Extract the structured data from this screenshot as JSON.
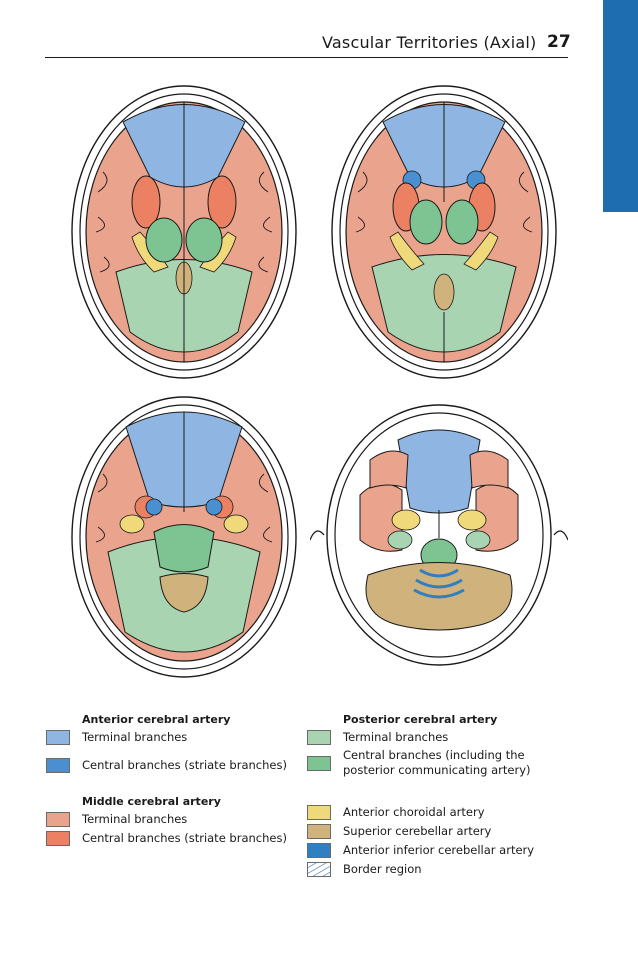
{
  "header": {
    "title": "Vascular Territories (Axial)",
    "page_number": "27"
  },
  "colors": {
    "aca_terminal": "#8fb5e2",
    "aca_central": "#4a90d0",
    "mca_terminal": "#eaa38c",
    "mca_central": "#ec8062",
    "pca_terminal": "#a9d4b1",
    "pca_central": "#7ec492",
    "anterior_choroidal": "#f0d97a",
    "superior_cerebellar": "#cfb27c",
    "aica": "#2f7fc2",
    "tab_blue": "#1f6db1"
  },
  "legend": {
    "left": {
      "aca_heading": "Anterior cerebral artery",
      "aca_terminal": "Terminal branches",
      "aca_central": "Central branches (striate branches)",
      "mca_heading": "Middle cerebral artery",
      "mca_terminal": "Terminal branches",
      "mca_central": "Central branches (striate branches)"
    },
    "right": {
      "pca_heading": "Posterior cerebral artery",
      "pca_terminal": "Terminal branches",
      "pca_central_line1": "Central branches (including the",
      "pca_central_line2": "posterior communicating artery)",
      "anterior_choroidal": "Anterior choroidal artery",
      "superior_cerebellar": "Superior cerebellar artery",
      "aica": "Anterior inferior cerebellar artery",
      "border_region": "Border region"
    }
  }
}
